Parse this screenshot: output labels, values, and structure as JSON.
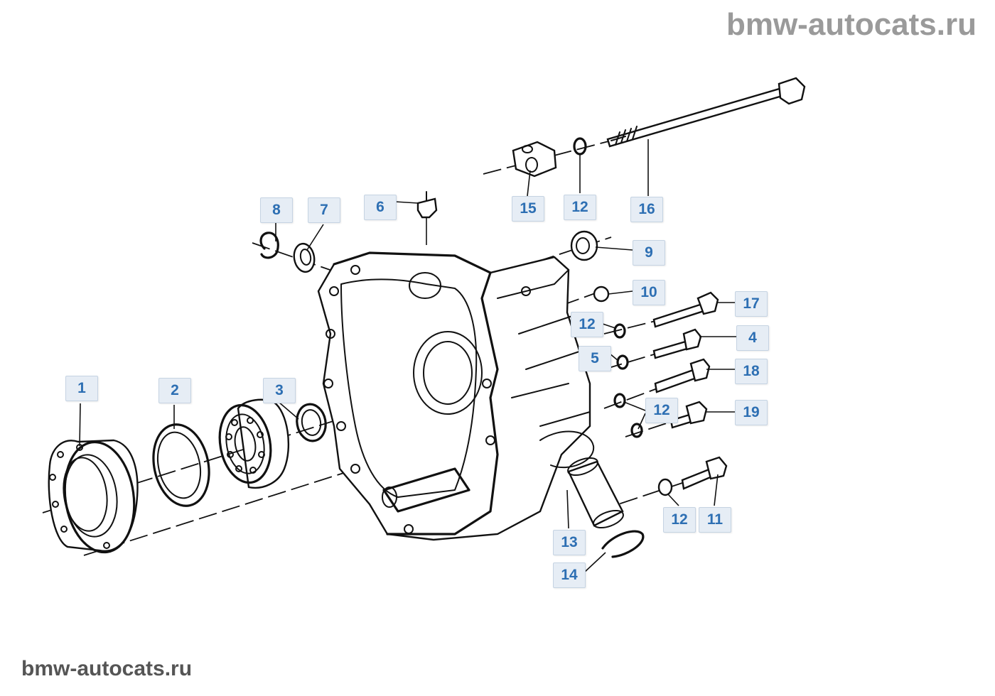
{
  "watermark": {
    "top": "bmw-autocats.ru",
    "bottom": "bmw-autocats.ru"
  },
  "callouts": [
    {
      "id": "c1",
      "label": "1"
    },
    {
      "id": "c2",
      "label": "2"
    },
    {
      "id": "c3",
      "label": "3"
    },
    {
      "id": "c4",
      "label": "4"
    },
    {
      "id": "c5",
      "label": "5"
    },
    {
      "id": "c6",
      "label": "6"
    },
    {
      "id": "c7",
      "label": "7"
    },
    {
      "id": "c8",
      "label": "8"
    },
    {
      "id": "c9",
      "label": "9"
    },
    {
      "id": "c10",
      "label": "10"
    },
    {
      "id": "c11",
      "label": "11"
    },
    {
      "id": "c12a",
      "label": "12"
    },
    {
      "id": "c12b",
      "label": "12"
    },
    {
      "id": "c12c",
      "label": "12"
    },
    {
      "id": "c12d",
      "label": "12"
    },
    {
      "id": "c13",
      "label": "13"
    },
    {
      "id": "c14",
      "label": "14"
    },
    {
      "id": "c15",
      "label": "15"
    },
    {
      "id": "c16",
      "label": "16"
    },
    {
      "id": "c17",
      "label": "17"
    },
    {
      "id": "c18",
      "label": "18"
    },
    {
      "id": "c19",
      "label": "19"
    }
  ],
  "colors": {
    "callout_text": "#2d6fb3",
    "callout_bg": "#e6edf5",
    "line": "#111111",
    "watermark": "#9a9a9a"
  }
}
